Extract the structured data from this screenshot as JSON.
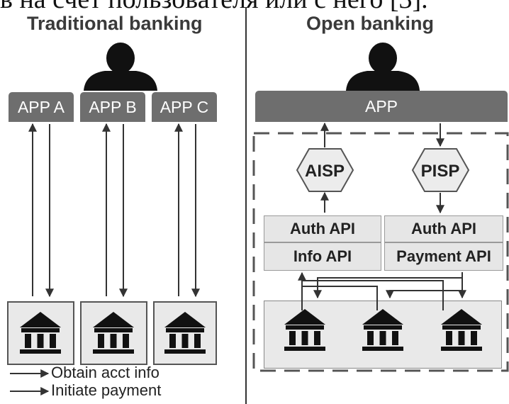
{
  "caption_fragment": "в на счет пользователя или с него [3].",
  "traditional": {
    "heading": "Traditional banking",
    "apps": [
      "APP A",
      "APP B",
      "APP C"
    ]
  },
  "open": {
    "heading": "Open banking",
    "app": "APP",
    "aisp": "AISP",
    "pisp": "PISP",
    "auth_api_left": "Auth API",
    "info_api": "Info API",
    "auth_api_right": "Auth API",
    "payment_api": "Payment API"
  },
  "legend": {
    "obtain": "Obtain acct info",
    "initiate": "Initiate payment"
  },
  "icons": {
    "user": "user-silhouette-icon",
    "bank": "bank-building-icon"
  },
  "colors": {
    "app_fill": "#6e6e6e",
    "panel_fill": "#e6e6e6",
    "hex_fill": "#ececec",
    "line": "#333333"
  }
}
